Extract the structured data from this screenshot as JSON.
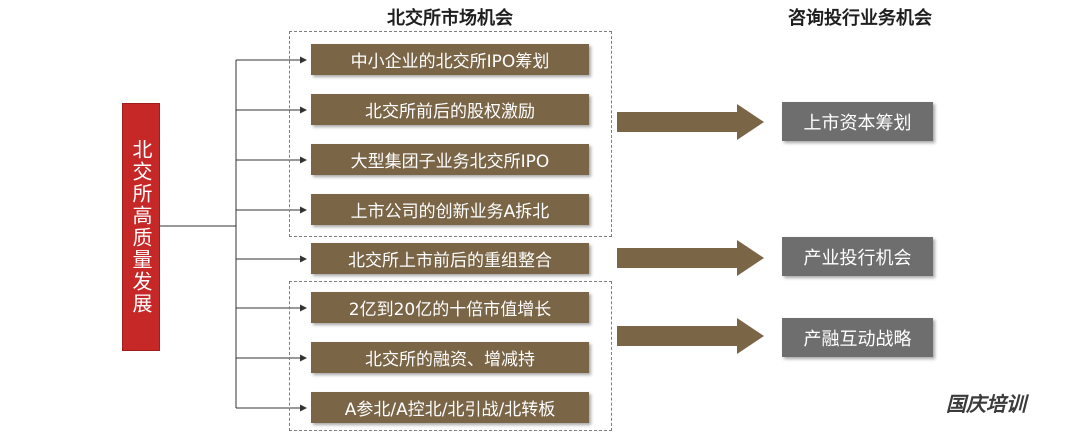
{
  "headers": {
    "market": "北交所市场机会",
    "consulting": "咨询投行业务机会"
  },
  "root_label": "北交所高质量发展",
  "market_items": [
    "中小企业的北交所IPO筹划",
    "北交所前后的股权激励",
    "大型集团子业务北交所IPO",
    "上市公司的创新业务A拆北",
    "北交所上市前后的重组整合",
    "2亿到20亿的十倍市值增长",
    "北交所的融资、增减持",
    "A参北/A控北/北引战/北转板"
  ],
  "opportunities": [
    "上市资本筹划",
    "产业投行机会",
    "产融互动战略"
  ],
  "watermark": "国庆培训",
  "colors": {
    "root": "#c62828",
    "item": "#7a6547",
    "opportunity": "#6e6e6e",
    "arrow": "#7a6547"
  }
}
